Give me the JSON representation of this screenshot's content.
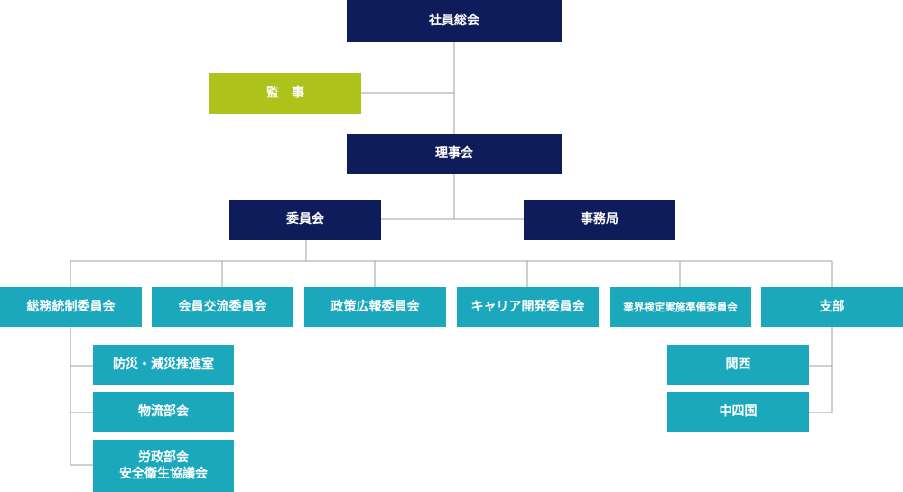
{
  "colors": {
    "navy": "#0f1c5c",
    "green": "#adc31c",
    "teal": "#1ba8bd",
    "line": "#9aa0a6"
  },
  "org": {
    "general_meeting": "社員総会",
    "auditor": "監　事",
    "board": "理事会",
    "committees": "委員会",
    "secretariat": "事務局",
    "units": {
      "general_affairs": "総務統制委員会",
      "member_exchange": "会員交流委員会",
      "policy_pr": "政策広報委員会",
      "career_dev": "キャリア開発委員会",
      "cert_prep": "業界検定実施準備委員会",
      "branches": "支部"
    },
    "general_affairs_sub": {
      "disaster": "防災・減災推進室",
      "logistics": "物流部会",
      "labor_line1": "労政部会",
      "labor_line2": "安全衛生協議会"
    },
    "branch_sub": {
      "kansai": "関西",
      "chushikoku": "中四国"
    }
  }
}
